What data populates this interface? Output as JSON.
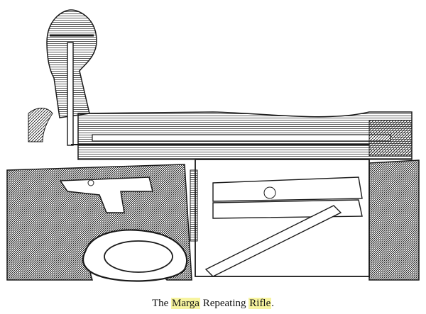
{
  "caption": {
    "before": "The ",
    "word1": "Marga",
    "middle": " Repeating ",
    "word2": "Rifle",
    "after": "."
  },
  "colors": {
    "ink": "#1a1a1a",
    "paper": "#ffffff",
    "highlight": "#f7f4a0"
  },
  "figure": {
    "kind": "engraved cross-section illustration"
  }
}
